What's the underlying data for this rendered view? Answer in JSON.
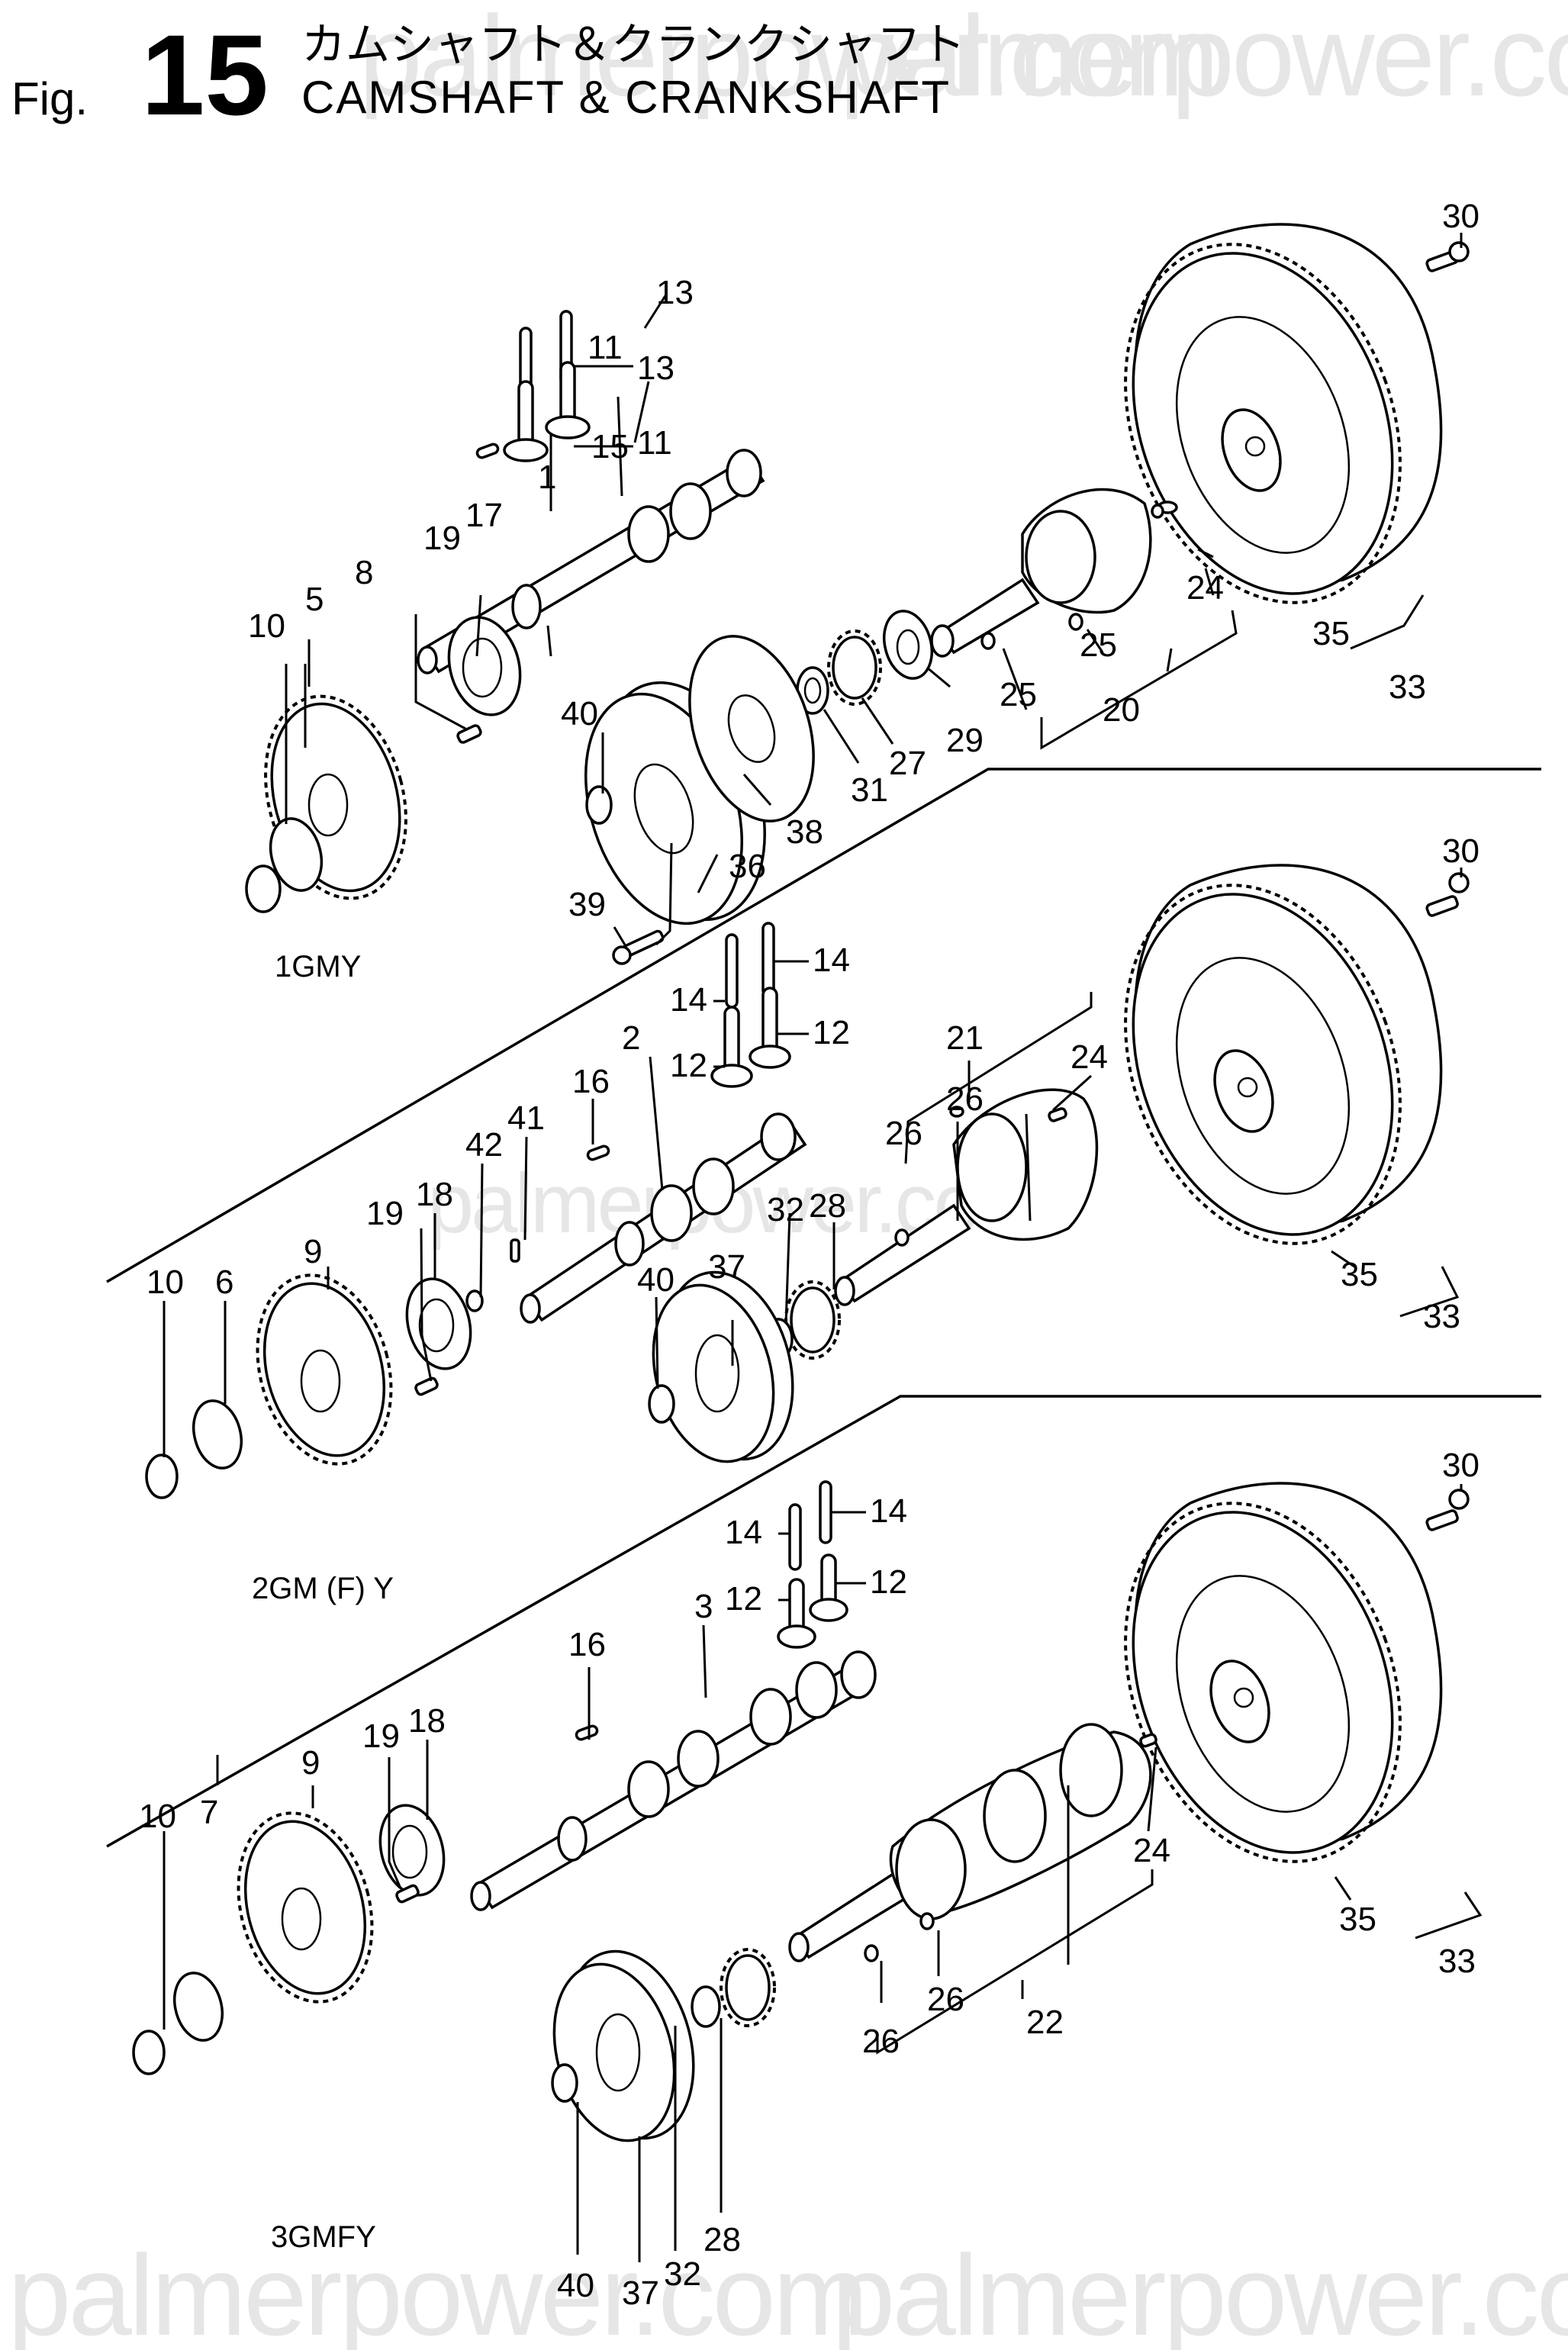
{
  "header": {
    "fig_prefix": "Fig.",
    "fig_number": "15",
    "title_jp": "カムシャフト＆クランクシャフト",
    "title_en": "CAMSHAFT  &  CRANKSHAFT"
  },
  "watermark": {
    "text": "palmerpower.com"
  },
  "sections": [
    {
      "model": "1GMY",
      "callouts": [
        "30",
        "13",
        "11",
        "13",
        "11",
        "15",
        "1",
        "19",
        "17",
        "8",
        "5",
        "10",
        "24",
        "35",
        "33",
        "25",
        "25",
        "20",
        "29",
        "27",
        "31",
        "40",
        "38",
        "36",
        "39"
      ]
    },
    {
      "model": "2GM (F) Y",
      "callouts": [
        "30",
        "14",
        "14",
        "12",
        "12",
        "21",
        "24",
        "26",
        "26",
        "2",
        "16",
        "41",
        "42",
        "18",
        "19",
        "9",
        "6",
        "10",
        "28",
        "32",
        "37",
        "40",
        "35",
        "33"
      ]
    },
    {
      "model": "3GMFY",
      "callouts": [
        "30",
        "14",
        "14",
        "12",
        "12",
        "3",
        "16",
        "18",
        "19",
        "9",
        "7",
        "10",
        "24",
        "35",
        "33",
        "26",
        "26",
        "22",
        "40",
        "37",
        "32",
        "28"
      ]
    }
  ],
  "labels": {
    "s1": {
      "c30": "30",
      "c13a": "13",
      "c11a": "11",
      "c13b": "13",
      "c11b": "11",
      "c15": "15",
      "c1": "1",
      "c19": "19",
      "c17": "17",
      "c8": "8",
      "c5": "5",
      "c10": "10",
      "c24": "24",
      "c35": "35",
      "c33": "33",
      "c25a": "25",
      "c25b": "25",
      "c20": "20",
      "c29": "29",
      "c27": "27",
      "c31": "31",
      "c40": "40",
      "c38": "38",
      "c36": "36",
      "c39": "39"
    },
    "s2": {
      "c30": "30",
      "c14a": "14",
      "c14b": "14",
      "c12a": "12",
      "c12b": "12",
      "c21": "21",
      "c24": "24",
      "c26a": "26",
      "c26b": "26",
      "c2": "2",
      "c16": "16",
      "c41": "41",
      "c42": "42",
      "c18": "18",
      "c19": "19",
      "c9": "9",
      "c6": "6",
      "c10": "10",
      "c28": "28",
      "c32": "32",
      "c37": "37",
      "c40": "40",
      "c35": "35",
      "c33": "33"
    },
    "s3": {
      "c30": "30",
      "c14a": "14",
      "c14b": "14",
      "c12a": "12",
      "c12b": "12",
      "c3": "3",
      "c16": "16",
      "c18": "18",
      "c19": "19",
      "c9": "9",
      "c7": "7",
      "c10": "10",
      "c24": "24",
      "c35": "35",
      "c33": "33",
      "c26a": "26",
      "c26b": "26",
      "c22": "22",
      "c40": "40",
      "c37": "37",
      "c32": "32",
      "c28": "28"
    }
  }
}
